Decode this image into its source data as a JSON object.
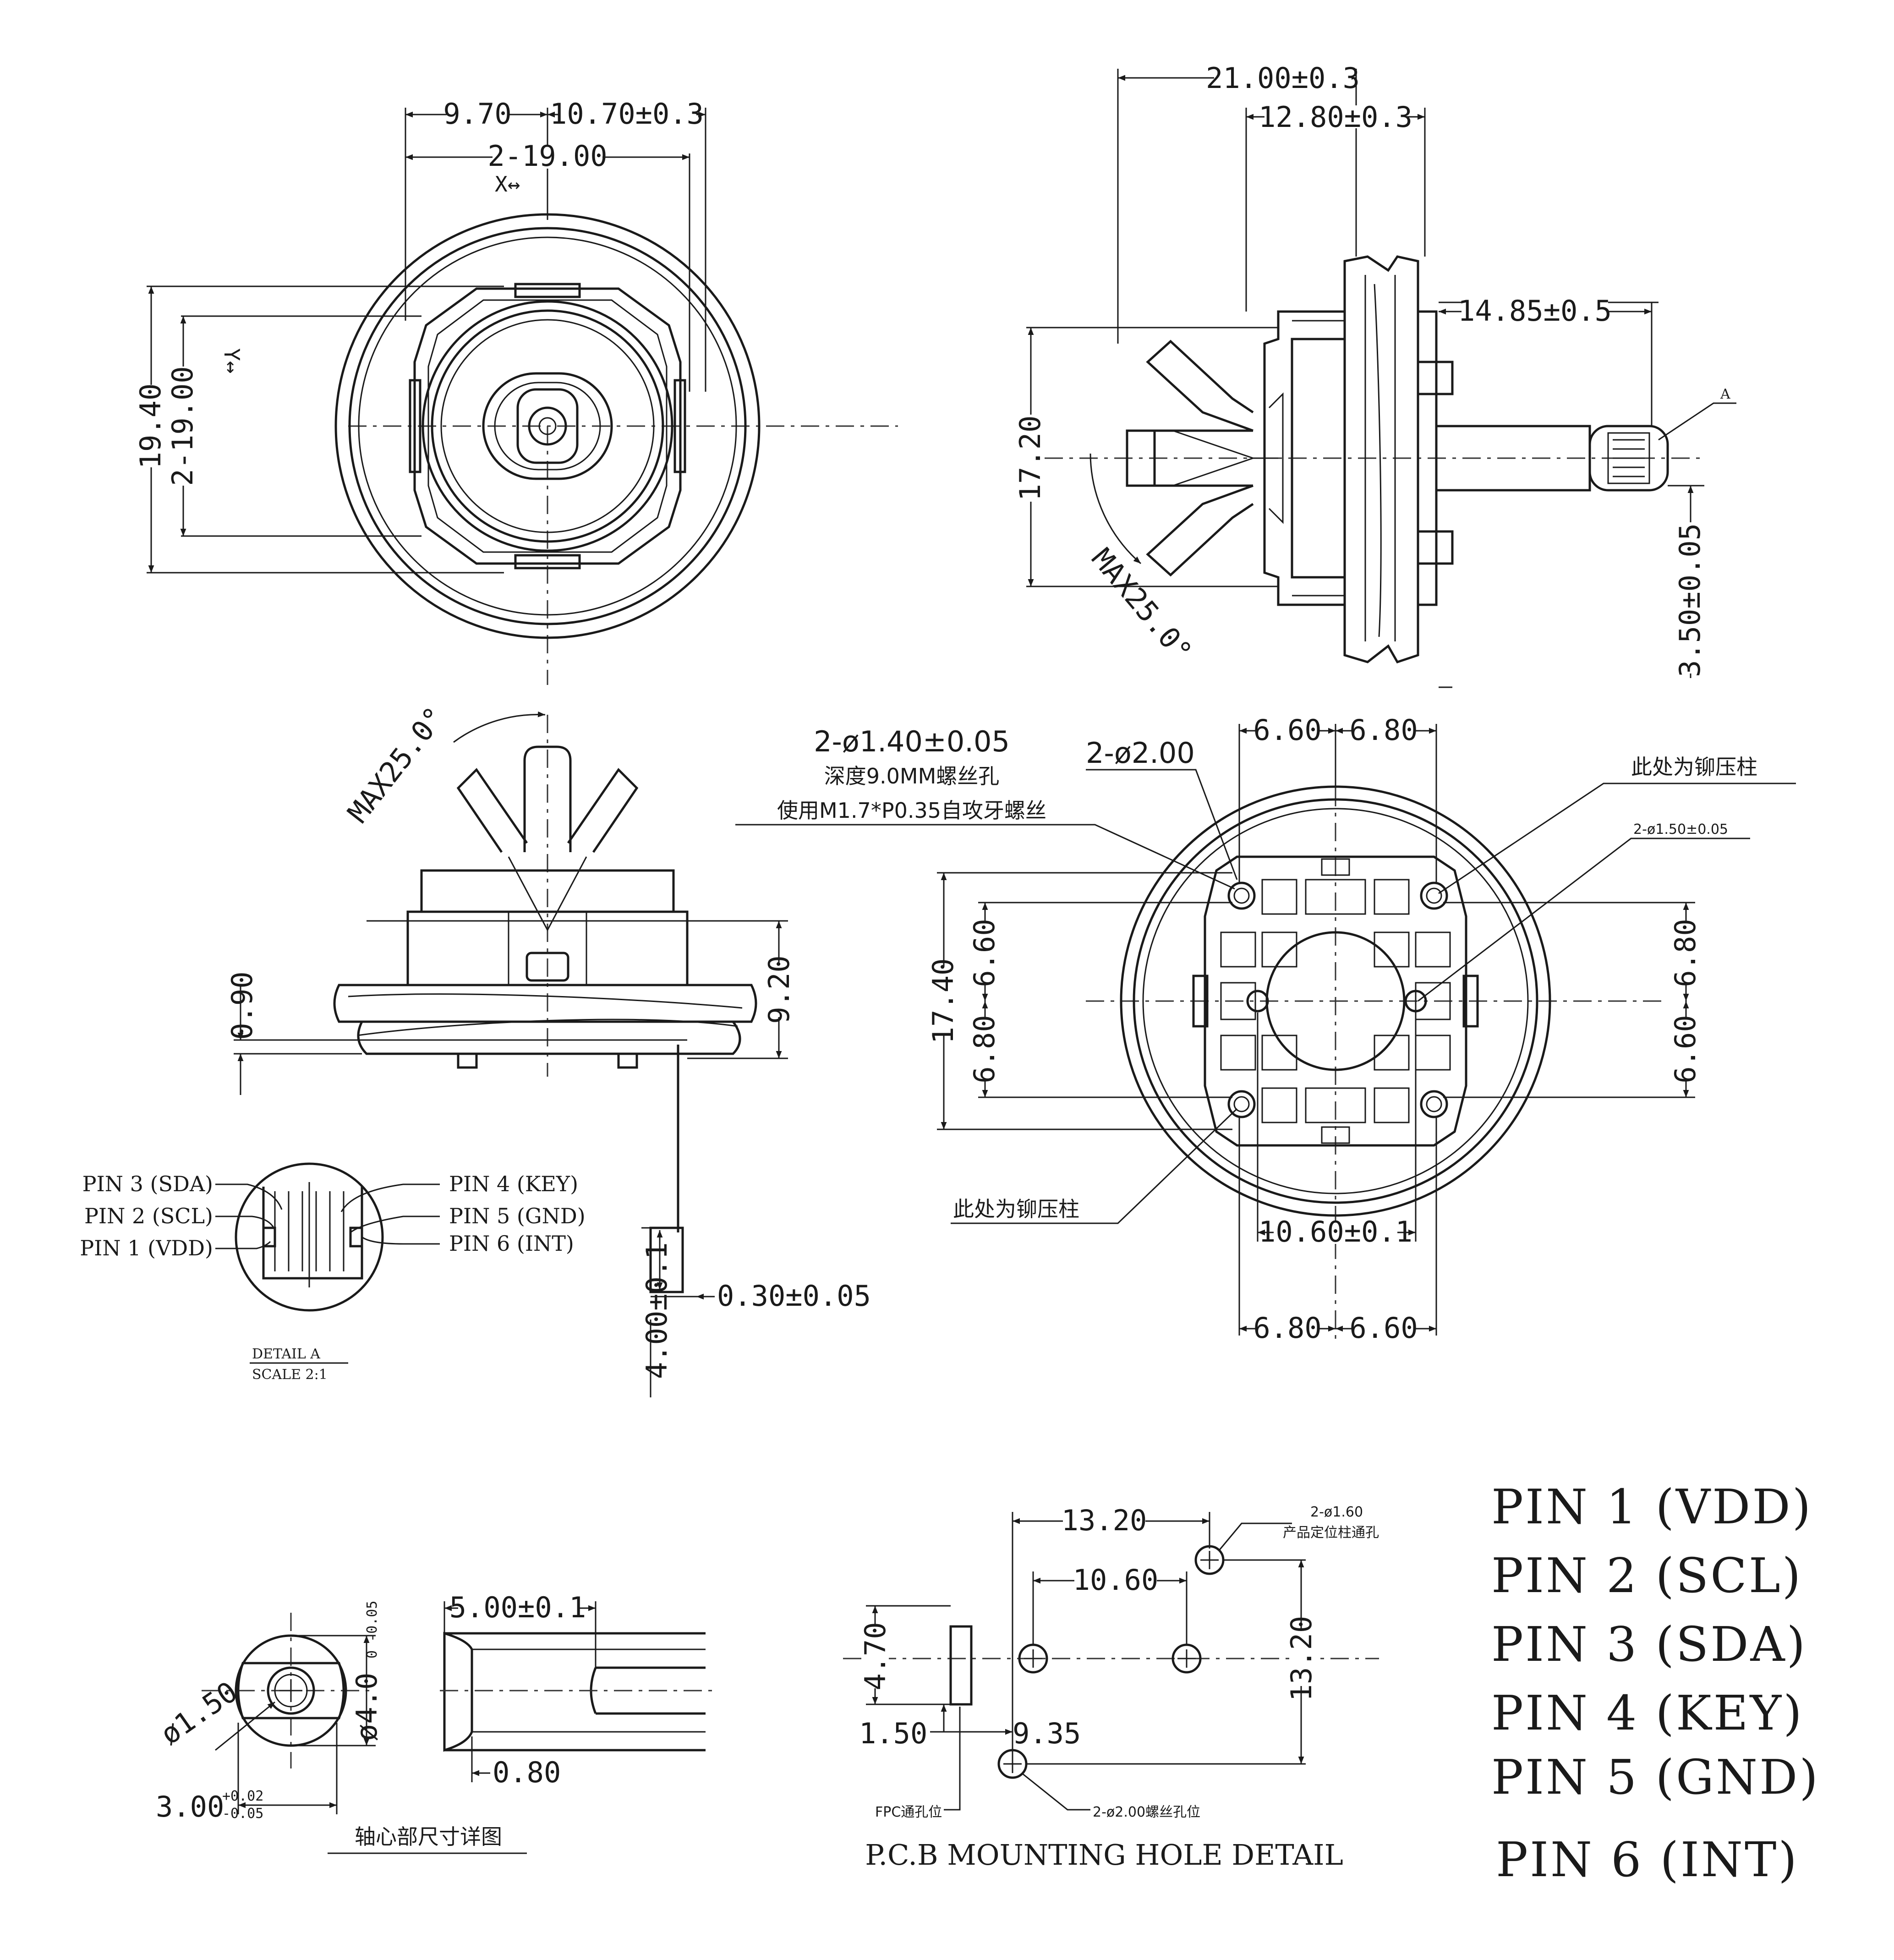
{
  "front_view": {
    "dim_left": "9.70",
    "dim_right": "10.70±0.3",
    "dim_width": "2-19.00",
    "axis_x": "X↔",
    "dim_height_outer": "19.40",
    "dim_height_inner": "2-19.00",
    "axis_y": "Y↔"
  },
  "side_view": {
    "dim_total": "21.00±0.3",
    "dim_body": "12.80±0.3",
    "dim_shaft": "14.85±0.5",
    "dim_height": "17.20",
    "tilt": "MAX25.0°",
    "detail_mark": "A",
    "dim_shaft_offset": "3.50±0.05"
  },
  "elevation_view": {
    "tilt": "MAX25.0°",
    "dim_flange": "0.90",
    "dim_height": "9.20",
    "dim_fpc_thickness": "0.30±0.05",
    "dim_fpc_width": "4.00±0.1"
  },
  "bottom_view": {
    "screw_hole": "2-ø1.40±0.05",
    "screw_depth": "深度9.0MM螺丝孔",
    "screw_note": "使用M1.7*P0.35自攻牙螺丝",
    "post_dia": "2-ø2.00",
    "dim_top_left": "6.60",
    "dim_top_right": "6.80",
    "rivet_note_top": "此处为铆压柱",
    "pin_hole": "2-ø1.50±0.05",
    "dim_height": "17.40",
    "dim_left_upper": "6.60",
    "dim_left_lower": "6.80",
    "dim_right_upper": "6.80",
    "dim_right_lower": "6.60",
    "rivet_note_bottom": "此处为铆压柱",
    "dim_center": "10.60±0.1",
    "dim_bottom_left": "6.80",
    "dim_bottom_right": "6.60"
  },
  "detail_a": {
    "pins_left": [
      "PIN 3 (SDA)",
      "PIN 2 (SCL)",
      "PIN 1 (VDD)"
    ],
    "pins_right": [
      "PIN 4 (KEY)",
      "PIN 5 (GND)",
      "PIN 6 (INT)"
    ],
    "title": "DETAIL A",
    "scale": "SCALE 2:1"
  },
  "shaft_detail": {
    "dim_dia": "ø1.50",
    "dim_outer_main": "ø4.0",
    "dim_outer_tol": "0 -0.05",
    "dim_flat_main": "3.00",
    "dim_flat_tol_upper": "+0.02",
    "dim_flat_tol_lower": "-0.05",
    "dim_length": "5.00±0.1",
    "dim_chamfer": "0.80",
    "title": "轴心部尺寸详图"
  },
  "pcb_detail": {
    "dim_outer_width": "13.20",
    "dim_inner_width": "10.60",
    "locating_hole": "2-ø1.60",
    "locating_note": "产品定位柱通孔",
    "dim_fpc_height": "4.70",
    "dim_fpc_offset": "1.50",
    "dim_hole_offset": "9.35",
    "dim_height": "13.20",
    "fpc_note": "FPC通孔位",
    "screw_note": "2-ø2.00螺丝孔位",
    "title": "P.C.B MOUNTING HOLE DETAIL"
  },
  "pin_list": [
    "PIN 1 (VDD)",
    "PIN 2 (SCL)",
    "PIN 3 (SDA)",
    "PIN 4 (KEY)",
    "PIN 5 (GND)",
    "PIN 6 (INT)"
  ]
}
